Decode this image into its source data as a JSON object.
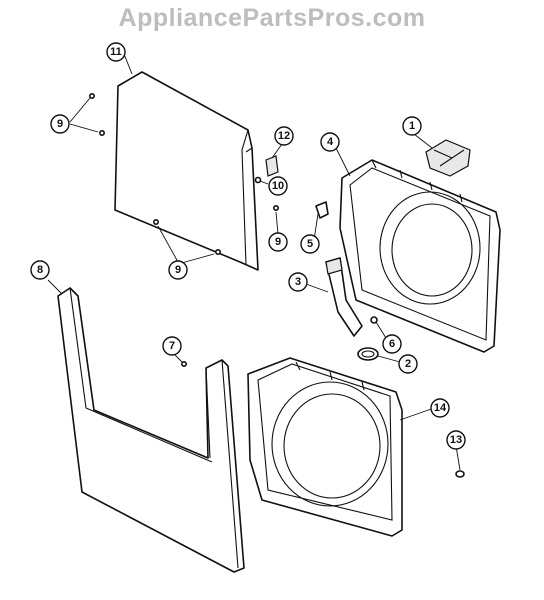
{
  "watermark": "AppliancePartsPros.com",
  "callouts": [
    {
      "id": "c1",
      "label": "1"
    },
    {
      "id": "c2",
      "label": "2"
    },
    {
      "id": "c3",
      "label": "3"
    },
    {
      "id": "c4",
      "label": "4"
    },
    {
      "id": "c5",
      "label": "5"
    },
    {
      "id": "c6",
      "label": "6"
    },
    {
      "id": "c7",
      "label": "7"
    },
    {
      "id": "c8",
      "label": "8"
    },
    {
      "id": "c9a",
      "label": "9"
    },
    {
      "id": "c9b",
      "label": "9"
    },
    {
      "id": "c9c",
      "label": "9"
    },
    {
      "id": "c10",
      "label": "10"
    },
    {
      "id": "c11",
      "label": "11"
    },
    {
      "id": "c12",
      "label": "12"
    },
    {
      "id": "c13",
      "label": "13"
    },
    {
      "id": "c14",
      "label": "14"
    }
  ]
}
